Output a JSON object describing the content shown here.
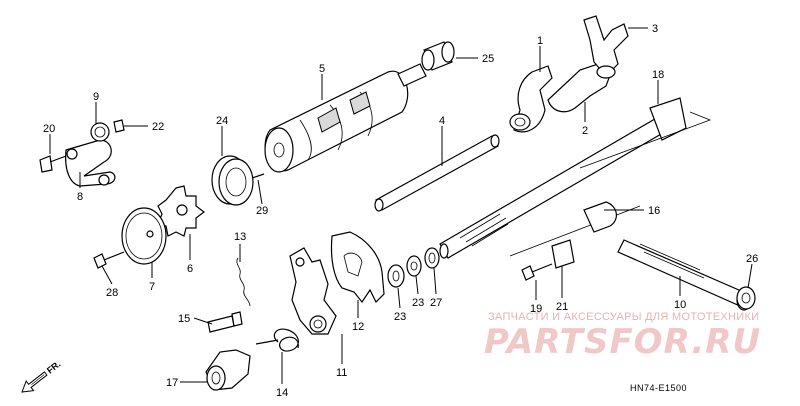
{
  "diagram": {
    "code": "HN74-E1500",
    "front_arrow_label": "FR.",
    "watermark": {
      "caption": "ЗАПЧАСТИ И АКСЕССУАРЫ ДЛЯ МОТОТЕХНИКИ",
      "logo": "PARTSFOR.RU"
    },
    "callouts": {
      "p1": "1",
      "p2": "2",
      "p3": "3",
      "p4": "4",
      "p5": "5",
      "p6": "6",
      "p7": "7",
      "p8": "8",
      "p9": "9",
      "p10": "10",
      "p11": "11",
      "p12": "12",
      "p13": "13",
      "p14": "14",
      "p15": "15",
      "p16": "16",
      "p17": "17",
      "p18": "18",
      "p19": "19",
      "p20": "20",
      "p21": "21",
      "p22": "22",
      "p23a": "23",
      "p23b": "23",
      "p24": "24",
      "p25": "25",
      "p26": "26",
      "p27": "27",
      "p28": "28",
      "p29": "29"
    }
  }
}
